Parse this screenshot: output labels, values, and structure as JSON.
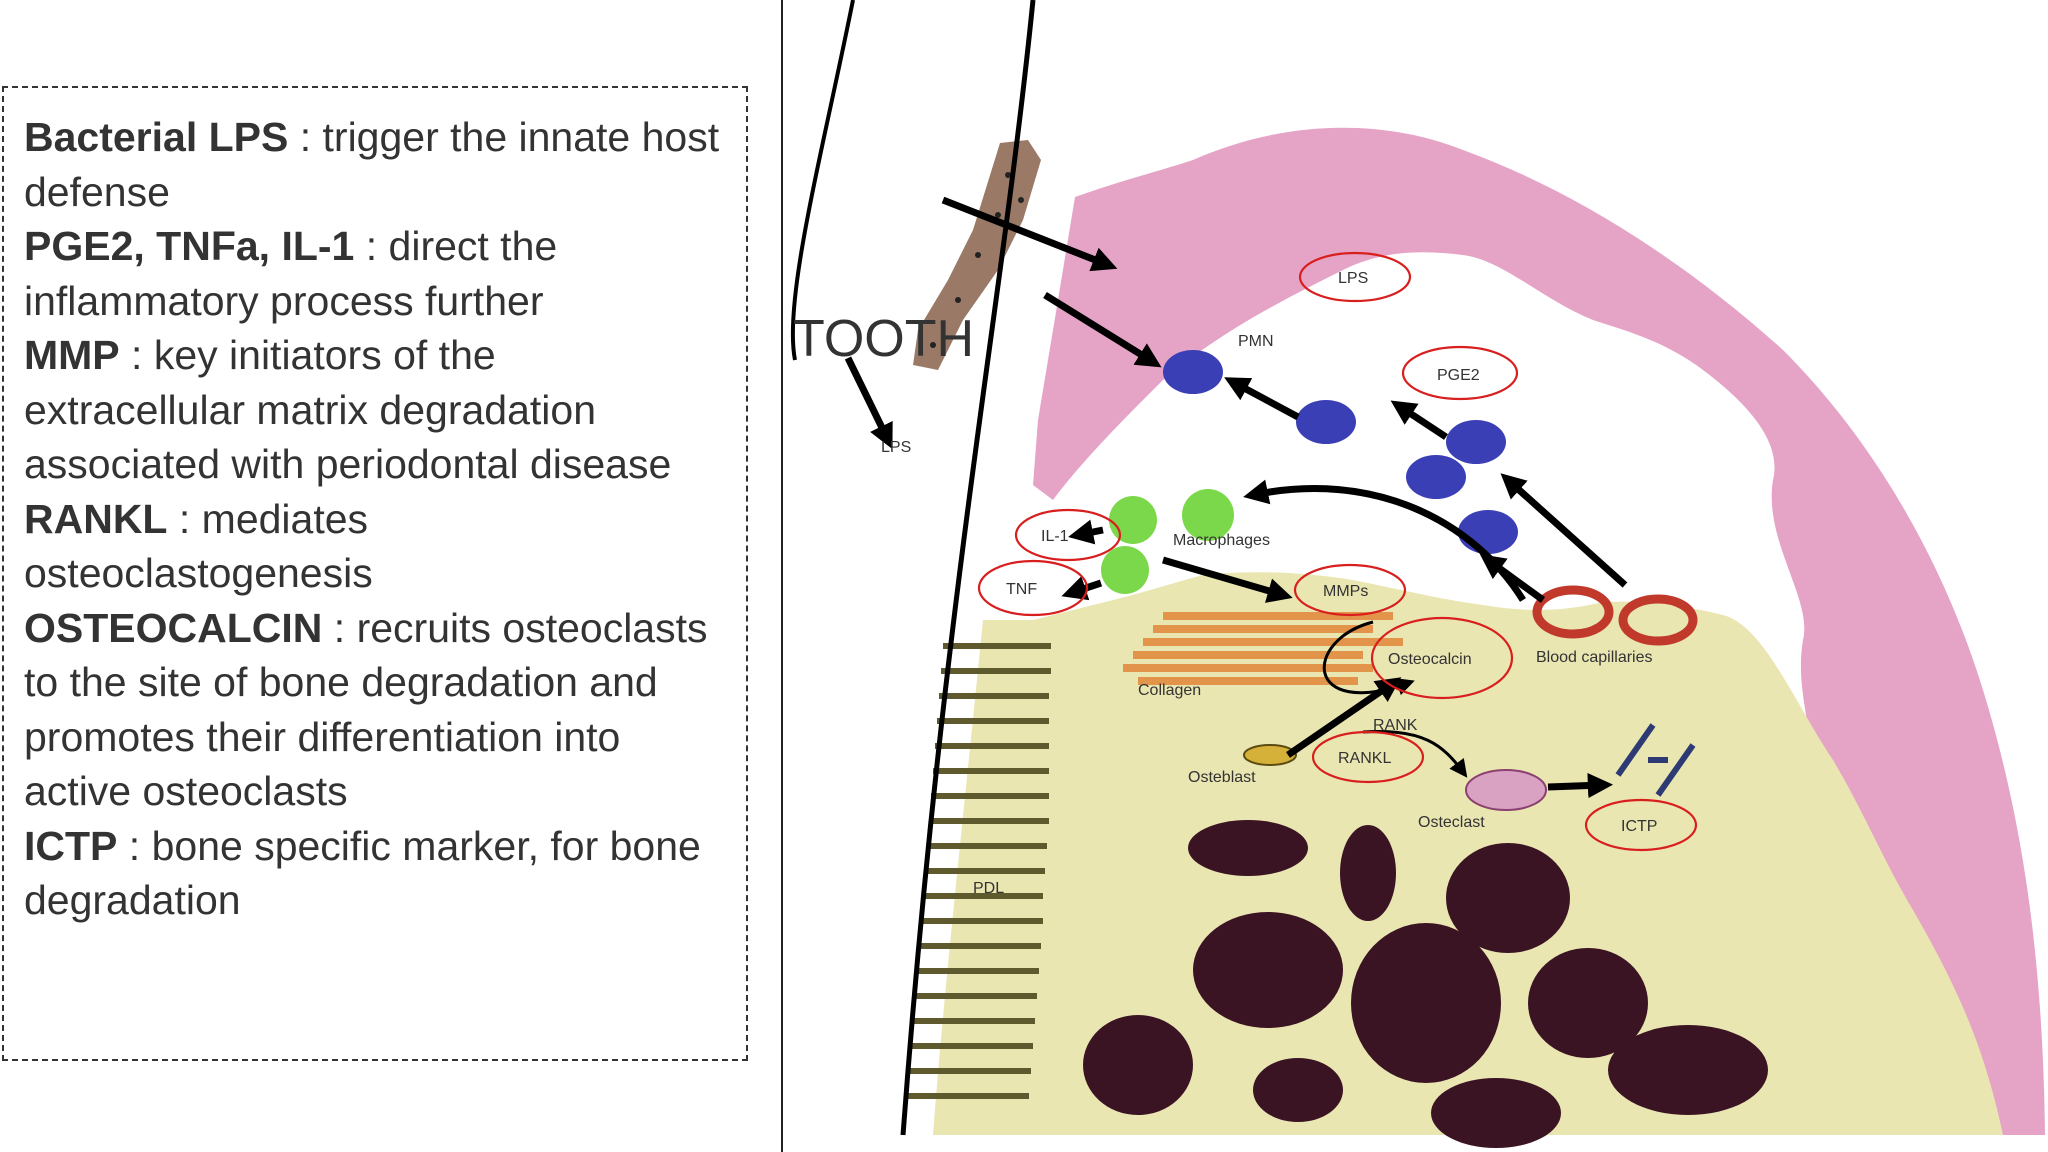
{
  "legend": {
    "entries": [
      {
        "term": "Bacterial LPS",
        "sep": " :  ",
        "desc": "trigger the innate host defense"
      },
      {
        "term": "PGE2, TNFa, IL-1",
        "sep": " : ",
        "desc": "direct the inflammatory process further"
      },
      {
        "term": "MMP",
        "sep": " :  ",
        "desc": "key initiators of the extracellular matrix degradation associated with periodontal disease"
      },
      {
        "term": "RANKL",
        "sep": " : ",
        "desc": "mediates osteoclastogenesis"
      },
      {
        "term": "OSTEOCALCIN",
        "sep": " : ",
        "desc": "recruits osteoclasts to the site of bone degradation and promotes their differentiation into active osteoclasts"
      },
      {
        "term": "ICTP",
        "sep": " : ",
        "desc": "bone specific marker, for bone degradation"
      }
    ]
  },
  "diagram": {
    "tooth": "TOOTH",
    "lps_top": "LPS",
    "lps_left": "LPS",
    "pge2": "PGE2",
    "pmn": "PMN",
    "il1": "IL-1",
    "macrophages": "Macrophages",
    "tnf": "TNF",
    "mmps": "MMPs",
    "osteocalcin": "Osteocalcin",
    "blood_capillaries": "Blood capillaries",
    "collagen": "Collagen",
    "rank": "RANK",
    "rankl": "RANKL",
    "osteblast": "Osteblast",
    "osteclast": "Osteclast",
    "ictp": "ICTP",
    "pdl": "PDL"
  },
  "colors": {
    "gingiva": "#e5a3c6",
    "bone": "#e9e6b2",
    "marrow": "#3b1424",
    "pmn": "#3b3fb5",
    "macrophage": "#7bd84a",
    "collagen": "#e2954a",
    "capillary": "#c0392b",
    "circle": "#d91e1e",
    "plaque": "#9a7a66",
    "pdl_line": "#5f5a2e"
  }
}
